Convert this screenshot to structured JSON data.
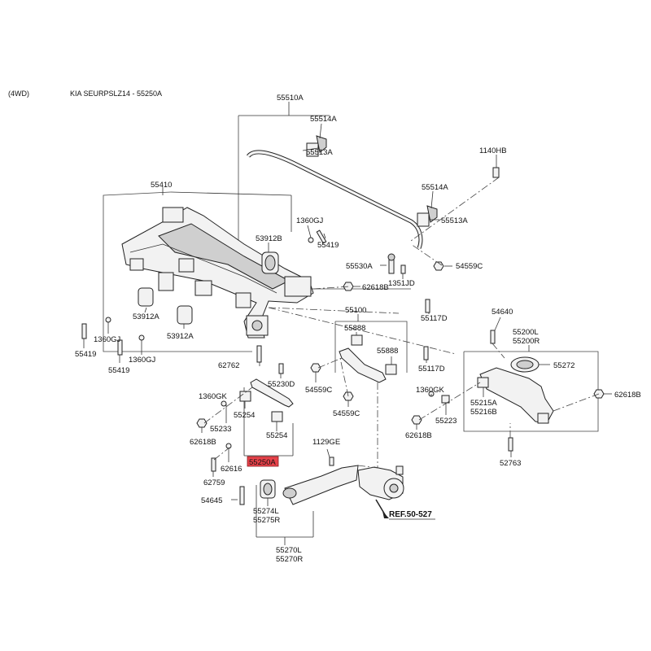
{
  "header": {
    "drive": "(4WD)",
    "model": "KIA SEURPSLZ14 - 55250A"
  },
  "highlight_color": "#e8424a",
  "labels": {
    "l55510A": "55510A",
    "l55514A_1": "55514A",
    "l55513A_1": "55513A",
    "l1140HB": "1140HB",
    "l55514A_2": "55514A",
    "l55513A_2": "55513A",
    "l55410": "55410",
    "l1360GJ_top": "1360GJ",
    "l55419_top": "55419",
    "l53912B": "53912B",
    "l55530A": "55530A",
    "l1351JD": "1351JD",
    "l54559C_top": "54559C",
    "l62618B_mid": "62618B",
    "l53912A_1": "53912A",
    "l53912A_2": "53912A",
    "l1360GJ_l1": "1360GJ",
    "l55419_l1": "55419",
    "l1360GJ_l2": "1360GJ",
    "l55419_l2": "55419",
    "l55100": "55100",
    "l55888_1": "55888",
    "l55888_2": "55888",
    "l55117D_1": "55117D",
    "l55117D_2": "55117D",
    "l54640": "54640",
    "l55200L": "55200L",
    "l55200R": "55200R",
    "l55272": "55272",
    "l62618B_right": "62618B",
    "l62762": "62762",
    "l55230D": "55230D",
    "l54559C_mid": "54559C",
    "l54559C_low": "54559C",
    "l1360GK_l": "1360GK",
    "l55233": "55233",
    "l55254_1": "55254",
    "l55254_2": "55254",
    "l62618B_left": "62618B",
    "l1360GK_r": "1360GK",
    "l55223": "55223",
    "l62618B_lowr": "62618B",
    "l55215A": "55215A",
    "l55216B": "55216B",
    "l1129GE": "1129GE",
    "l55250A": "55250A",
    "l62616": "62616",
    "l62759": "62759",
    "l54645": "54645",
    "l55274L": "55274L",
    "l55275R": "55275R",
    "lREF": "REF.50-527",
    "l55270L": "55270L",
    "l55270R": "55270R",
    "l52763": "52763"
  }
}
